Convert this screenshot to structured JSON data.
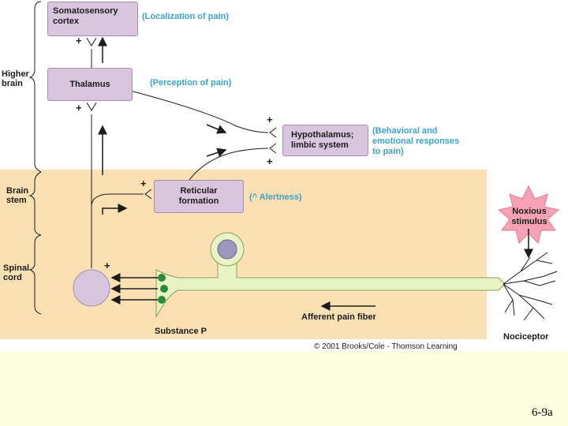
{
  "boxes": {
    "somatosensory": "Somatosensory\ncortex",
    "thalamus": "Thalamus",
    "hypothalamus": "Hypothalamus;\nlimbic system",
    "reticular": "Reticular\nformation",
    "stimulus": "Noxious\nstimulus"
  },
  "notes": {
    "localization": "(Localization of pain)",
    "perception": "(Perception of pain)",
    "behavioral": "(Behavioral and\nemotional responses\nto pain)",
    "alertness": "(^ Alertness)"
  },
  "regions": {
    "higher_brain": "Higher\nbrain",
    "brain_stem": "Brain\nstem",
    "spinal_cord": "Spinal\ncord"
  },
  "labels": {
    "substance_p": "Substance P",
    "afferent": "Afferent pain fiber",
    "nociceptor": "Nociceptor",
    "copyright": "© 2001 Brooks/Cole - Thomson Learning",
    "slide_number": "6-9a"
  },
  "signs": {
    "plus": "+"
  },
  "colors": {
    "lower_region": "#fbe0b4",
    "box_fill": "#d9c6de",
    "fiber_fill": "#e8f3c4",
    "note_text": "#3ea2c6",
    "vesicle": "#2e8a3a",
    "stimulus_burst": "#f5a3b4",
    "slide_footer": "#fdfde0"
  }
}
